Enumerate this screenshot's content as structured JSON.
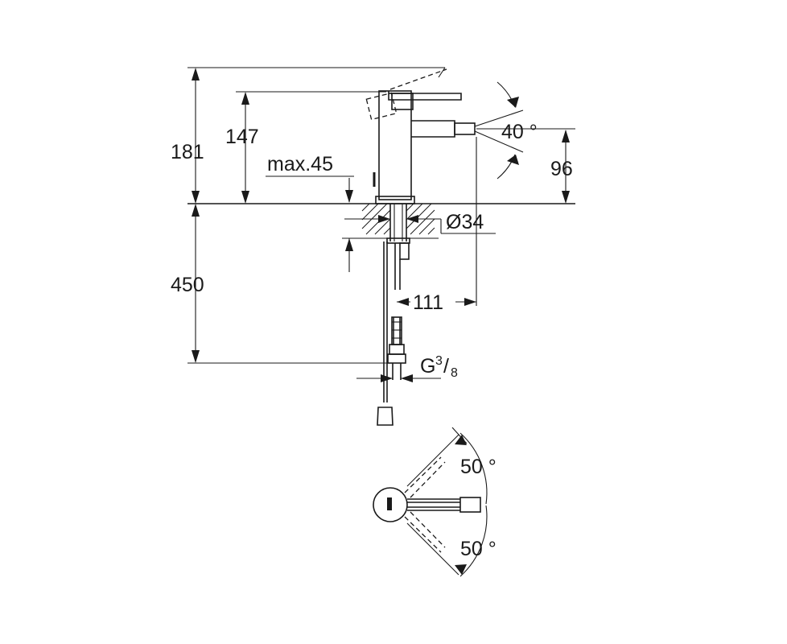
{
  "dimensions": {
    "total_height": "181",
    "lever_height": "147",
    "max_deck": "max.45",
    "spout_angle": "40 °",
    "spout_height": "96",
    "hole_diameter": "Ø34",
    "hose_length": "450",
    "spout_reach": "111",
    "connection_prefix": "G",
    "connection_num": "3",
    "connection_den": "8",
    "rotation_upper": "50 °",
    "rotation_lower": "50 °"
  }
}
